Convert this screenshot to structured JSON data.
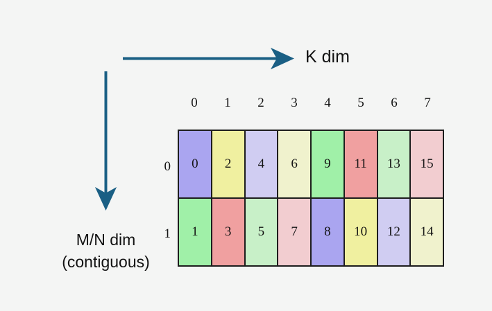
{
  "background_color": "#f4f5f4",
  "axes": {
    "horizontal": {
      "label": "K dim",
      "arrow_color": "#1a5f84"
    },
    "vertical": {
      "label_line1": "M/N dim",
      "label_line2": "(contiguous)",
      "arrow_color": "#1a5f84"
    }
  },
  "grid": {
    "column_headers": [
      "0",
      "1",
      "2",
      "3",
      "4",
      "5",
      "6",
      "7"
    ],
    "row_headers": [
      "0",
      "1"
    ],
    "border_color": "#1d1d1d",
    "rows": [
      {
        "cells": [
          {
            "value": "0",
            "color": "#aaa5f0"
          },
          {
            "value": "2",
            "color": "#f0f0a0"
          },
          {
            "value": "4",
            "color": "#d0cdf2"
          },
          {
            "value": "6",
            "color": "#f0f2cd"
          },
          {
            "value": "9",
            "color": "#a0f0a8"
          },
          {
            "value": "11",
            "color": "#f0a0a0"
          },
          {
            "value": "13",
            "color": "#c8f0c8"
          },
          {
            "value": "15",
            "color": "#f2cdd0"
          }
        ]
      },
      {
        "cells": [
          {
            "value": "1",
            "color": "#a0f0a8"
          },
          {
            "value": "3",
            "color": "#f0a0a0"
          },
          {
            "value": "5",
            "color": "#c8f0c8"
          },
          {
            "value": "7",
            "color": "#f2cdd0"
          },
          {
            "value": "8",
            "color": "#aaa5f0"
          },
          {
            "value": "10",
            "color": "#f0f0a0"
          },
          {
            "value": "12",
            "color": "#d0cdf2"
          },
          {
            "value": "14",
            "color": "#f0f2cd"
          }
        ]
      }
    ]
  }
}
